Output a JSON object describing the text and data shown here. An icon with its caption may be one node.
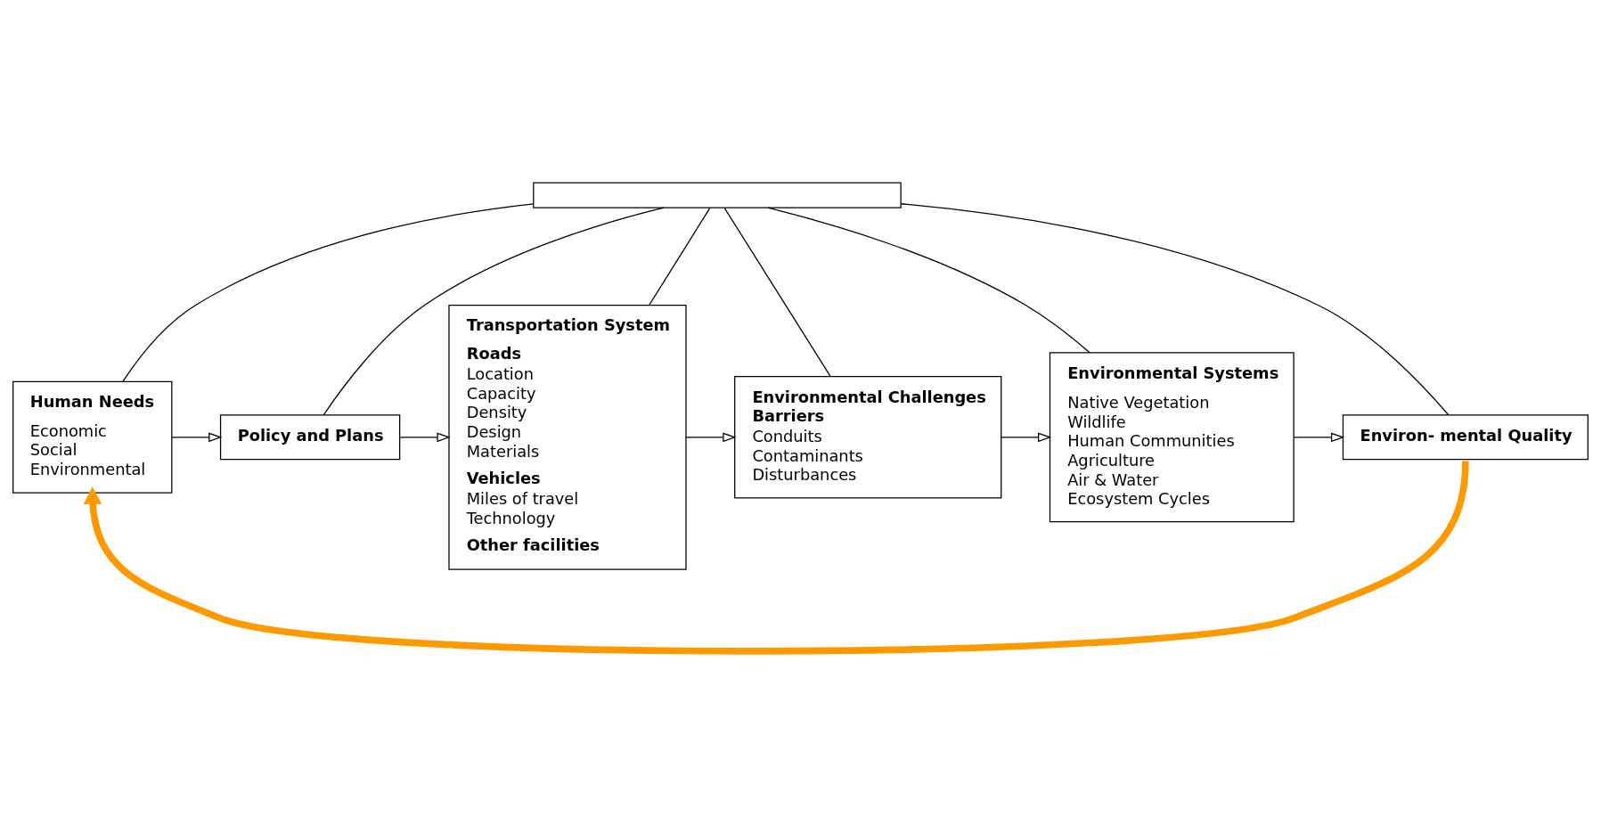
{
  "diagram": {
    "nodes": [
      {
        "text": [],
        "shape": "box"
      },
      {
        "text": [
          "Human Needs",
          "Economic",
          "Social",
          "Environmental"
        ]
      },
      {
        "text": [
          "Policy and Plans"
        ]
      },
      {
        "text": [
          "Transportation System",
          "Roads",
          "Location",
          "Capacity",
          "Density",
          "Design",
          "Materials",
          "Vehicles",
          "Miles of travel",
          "Technology",
          "Other facilities"
        ]
      },
      {
        "text": [
          "Environmental Challenges",
          "Barriers",
          "Conduits",
          "Contaminants",
          "Disturbances"
        ]
      },
      {
        "text": [
          "Environmental Systems",
          "Native Vegetation",
          "Wildlife",
          "Human Communities",
          "Agriculture",
          "Air & Water",
          "Ecosystem Cycles"
        ]
      },
      {
        "text": [
          "Environ- mental Quality"
        ]
      }
    ],
    "edges": [
      {
        "from": 0,
        "to": 1,
        "arrow": "none"
      },
      {
        "from": 0,
        "to": 2,
        "arrow": "none"
      },
      {
        "from": 0,
        "to": 3,
        "arrow": "none"
      },
      {
        "from": 0,
        "to": 4,
        "arrow": "none"
      },
      {
        "from": 0,
        "to": 5,
        "arrow": "none"
      },
      {
        "from": 0,
        "to": 6,
        "arrow": "none"
      },
      {
        "from": 1,
        "to": 2,
        "arrow": "to"
      },
      {
        "from": 2,
        "to": 3,
        "arrow": "to"
      },
      {
        "from": 3,
        "to": 4,
        "arrow": "to"
      },
      {
        "from": 4,
        "to": 5,
        "arrow": "to"
      },
      {
        "from": 5,
        "to": 6,
        "arrow": "to"
      },
      {
        "from": 6,
        "to": 1,
        "arrow": "to",
        "style": "thick",
        "color": "#ff9900"
      }
    ]
  }
}
